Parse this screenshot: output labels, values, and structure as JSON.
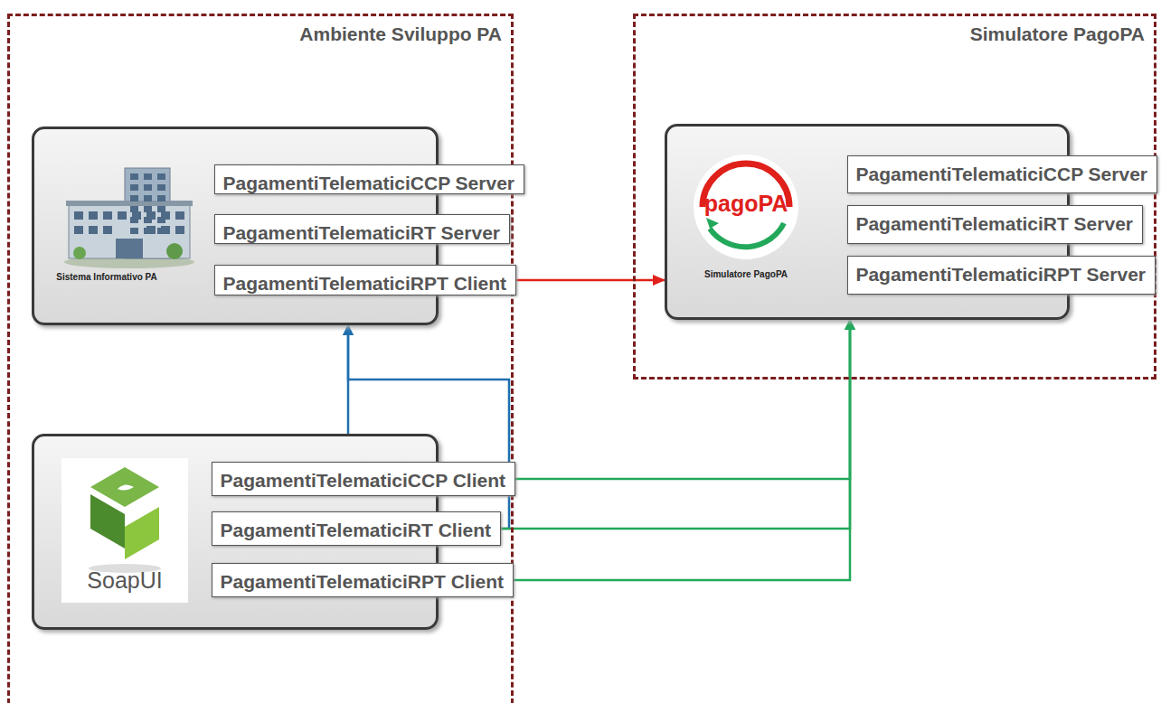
{
  "diagram": {
    "nodes": [
      {
        "text": [
          "Ambiente Sviluppo PA"
        ]
      },
      {
        "text": [
          "Simulatore PagoPA"
        ]
      },
      {
        "text": [
          "Sistema Informativo PA"
        ],
        "in": 0
      },
      {
        "text": [
          "PagamentiTelematiciCCP Server"
        ],
        "in": 2
      },
      {
        "text": [
          "PagamentiTelematiciRT Server"
        ],
        "in": 2
      },
      {
        "text": [
          "PagamentiTelematiciRPT Client"
        ],
        "in": 2
      },
      {
        "text": [
          "SoapUI"
        ],
        "in": 0
      },
      {
        "text": [
          "PagamentiTelematiciCCP Client"
        ],
        "in": 6
      },
      {
        "text": [
          "PagamentiTelematiciRT Client"
        ],
        "in": 6
      },
      {
        "text": [
          "PagamentiTelematiciRPT Client"
        ],
        "in": 6
      },
      {
        "text": [
          "pagoPA",
          "Simulatore PagoPA"
        ],
        "in": 1
      },
      {
        "text": [
          "PagamentiTelematiciCCP Server"
        ],
        "in": 10
      },
      {
        "text": [
          "PagamentiTelematiciRT Server"
        ],
        "in": 10
      },
      {
        "text": [
          "PagamentiTelematiciRPT Server"
        ],
        "in": 10
      }
    ],
    "edges": [
      {
        "from": 5,
        "to": 10,
        "arrow": "to"
      },
      {
        "from": 7,
        "to": 2,
        "arrow": "to"
      },
      {
        "from": 8,
        "to": 2,
        "arrow": "to"
      },
      {
        "from": 7,
        "to": 10,
        "arrow": "to"
      },
      {
        "from": 8,
        "to": 10,
        "arrow": "to"
      },
      {
        "from": 9,
        "to": 10,
        "arrow": "to"
      }
    ]
  }
}
